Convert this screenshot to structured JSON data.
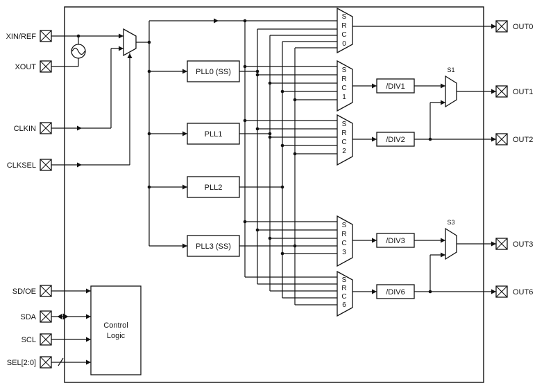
{
  "diagram": {
    "inputs": [
      {
        "label": "XIN/REF"
      },
      {
        "label": "XOUT"
      },
      {
        "label": "CLKIN"
      },
      {
        "label": "CLKSEL"
      },
      {
        "label": "SD/OE"
      },
      {
        "label": "SDA"
      },
      {
        "label": "SCL"
      },
      {
        "label": "SEL[2:0]"
      }
    ],
    "outputs": [
      {
        "label": "OUT0"
      },
      {
        "label": "OUT1"
      },
      {
        "label": "OUT2"
      },
      {
        "label": "OUT3"
      },
      {
        "label": "OUT6"
      }
    ],
    "blocks": {
      "pll0": "PLL0 (SS)",
      "pll1": "PLL1",
      "pll2": "PLL2",
      "pll3": "PLL3 (SS)",
      "div1": "/DIV1",
      "div2": "/DIV2",
      "div3": "/DIV3",
      "div6": "/DIV6",
      "control_line1": "Control",
      "control_line2": "Logic"
    },
    "muxes": {
      "src0": "SRC0",
      "src1": "SRC1",
      "src2": "SRC2",
      "src3": "SRC3",
      "src6": "SRC6",
      "s1": "S1",
      "s3": "S3"
    }
  },
  "colors": {
    "line": "#111111",
    "background": "#ffffff"
  }
}
